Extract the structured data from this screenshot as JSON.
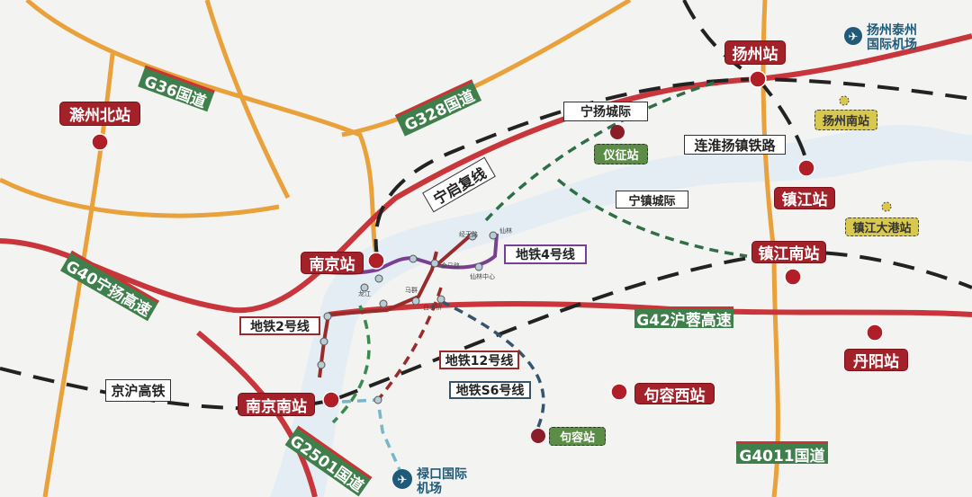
{
  "colors": {
    "station_red": "#a3222a",
    "highway_green": "#3f7f4b",
    "national_road": "#e9a23b",
    "expressway": "#c8353b",
    "metro_line4": "#7a3f93",
    "metro_red": "#9a2b2b",
    "intercity_green": "#2f6e47",
    "airport_blue": "#1f5a78"
  },
  "stations": {
    "chuzhou_north": "滁州北站",
    "yangzhou": "扬州站",
    "yangzhou_south": "扬州南站",
    "yizheng": "仪征站",
    "zhenjiang": "镇江站",
    "zhenjiang_dagang": "镇江大港站",
    "zhenjiang_south": "镇江南站",
    "nanjing": "南京站",
    "danyang": "丹阳站",
    "jurong_west": "句容西站",
    "nanjing_south": "南京南站",
    "jurong": "句容站"
  },
  "roads": {
    "g36": "G36国道",
    "g328": "G328国道",
    "g40": "G40宁扬高速",
    "g42": "G42沪蓉高速",
    "g4011": "G4011国道",
    "g2501": "G2501国道"
  },
  "rail": {
    "ningyang": "宁扬城际",
    "lianhuai": "连淮扬镇铁路",
    "ningqi": "宁启复线",
    "ningzhen": "宁镇城际",
    "jinghu": "京沪高铁"
  },
  "metro": {
    "line4": "地铁4号线",
    "line2": "地铁2号线",
    "line12": "地铁12号线",
    "s6": "地铁S6号线"
  },
  "metro_stations": [
    "经天路",
    "仙林",
    "仙林中心",
    "金马路",
    "马群",
    "白水桥",
    "龙江"
  ],
  "airports": {
    "yangzhou_taizhou": [
      "扬州泰州",
      "国际机场"
    ],
    "lukou": [
      "禄口国际",
      "机场"
    ]
  },
  "icons": [
    "airplane-icon",
    "metro-logo-icon",
    "station-dot-icon"
  ]
}
